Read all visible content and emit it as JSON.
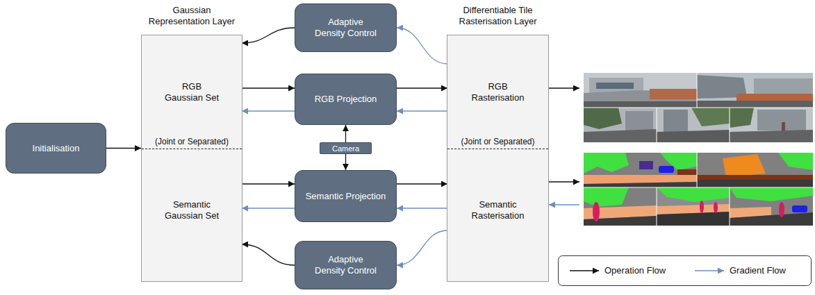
{
  "diagram": {
    "nodes": [
      {
        "text": [
          "Initialisation"
        ]
      },
      {
        "text": [
          "Gaussian Representation Layer"
        ]
      },
      {
        "text": [
          "RGB Gaussian Set"
        ],
        "in": 1
      },
      {
        "text": [
          "Semantic Gaussian Set"
        ],
        "in": 1
      },
      {
        "text": [
          "Adaptive Density Control"
        ]
      },
      {
        "text": [
          "RGB Projection"
        ]
      },
      {
        "text": [
          "Camera"
        ]
      },
      {
        "text": [
          "Semantic Projection"
        ]
      },
      {
        "text": [
          "Adaptive Density Control"
        ]
      },
      {
        "text": [
          "Differentiable Tile Rasterisation Layer"
        ]
      },
      {
        "text": [
          "RGB Rasterisation"
        ],
        "in": 9
      },
      {
        "text": [
          "Semantic Rasterisation"
        ],
        "in": 9
      }
    ],
    "edges": [
      {
        "from": 0,
        "to": 1,
        "arrow": "to"
      },
      {
        "from": 2,
        "to": 5,
        "arrow": "to"
      },
      {
        "from": 5,
        "to": 2,
        "arrow": "to"
      },
      {
        "from": 5,
        "to": 10,
        "arrow": "to"
      },
      {
        "from": 10,
        "to": 5,
        "arrow": "to"
      },
      {
        "from": 3,
        "to": 7,
        "arrow": "to"
      },
      {
        "from": 7,
        "to": 3,
        "arrow": "to"
      },
      {
        "from": 7,
        "to": 11,
        "arrow": "to"
      },
      {
        "from": 11,
        "to": 7,
        "arrow": "to"
      },
      {
        "from": 6,
        "to": 5,
        "arrow": "to"
      },
      {
        "from": 6,
        "to": 7,
        "arrow": "to"
      },
      {
        "from": 10,
        "to": 4,
        "arrow": "to"
      },
      {
        "from": 4,
        "to": 2,
        "arrow": "to"
      },
      {
        "from": 11,
        "to": 8,
        "arrow": "to"
      },
      {
        "from": 8,
        "to": 3,
        "arrow": "to"
      }
    ],
    "labels": [
      "(Joint or Separated)",
      "(Joint or Separated)"
    ],
    "legend": [
      {
        "text": "Operation Flow"
      },
      {
        "text": "Gradient Flow"
      }
    ]
  }
}
